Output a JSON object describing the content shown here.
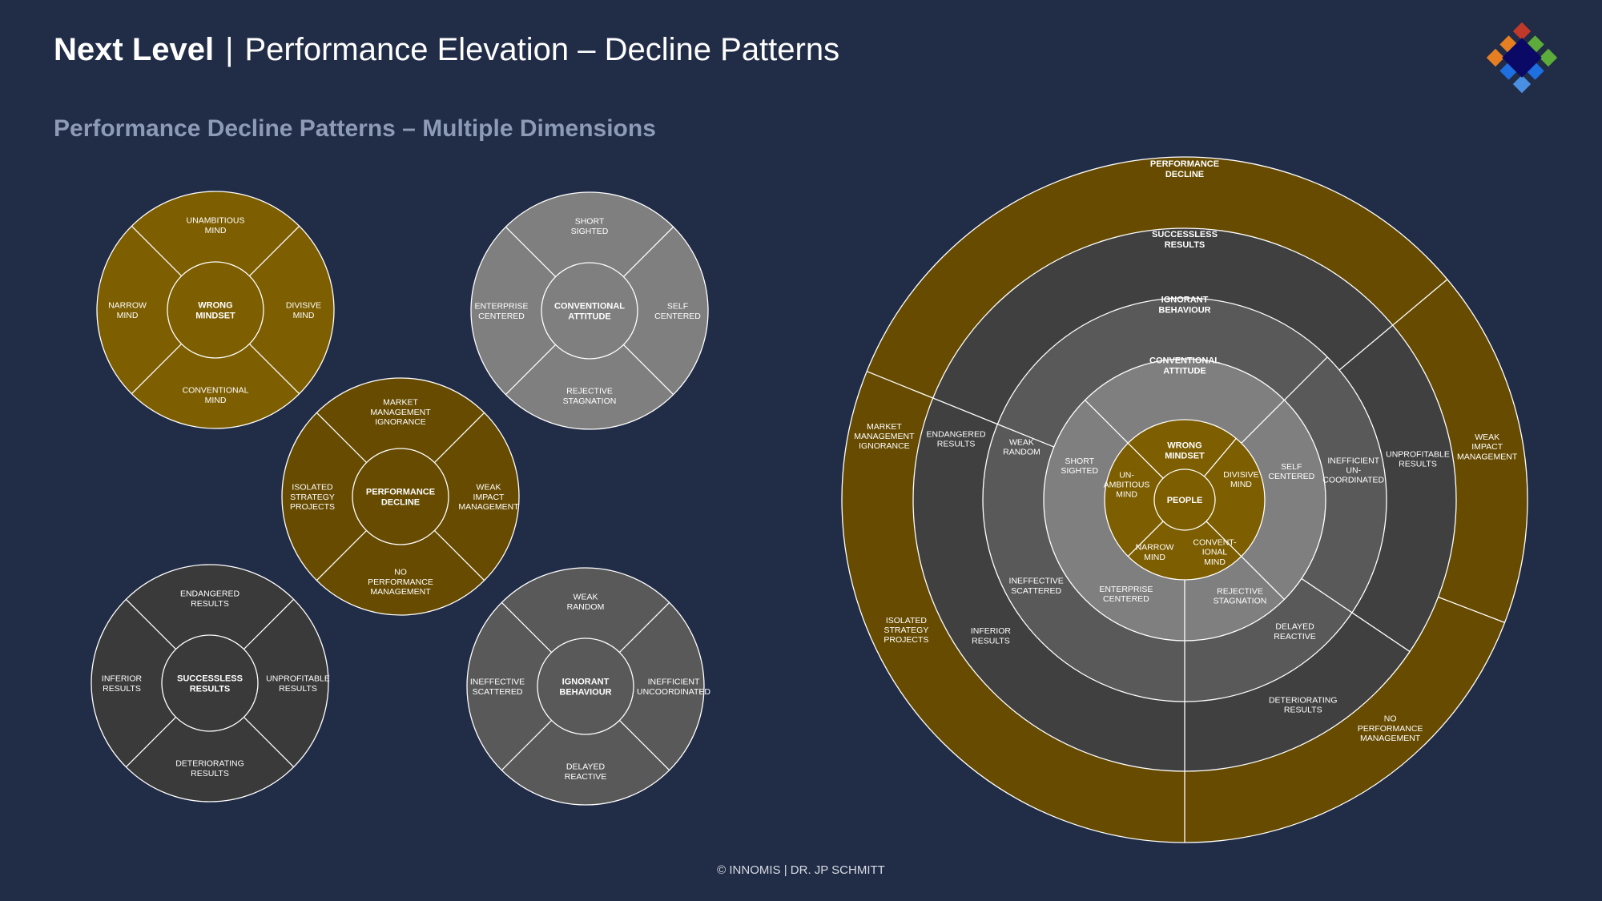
{
  "header": {
    "title_bold": "Next Level",
    "separator": "|",
    "title_rest": "Performance Elevation – Decline Patterns",
    "subtitle": "Performance Decline Patterns – Multiple Dimensions"
  },
  "footer": {
    "copyright": "© INNOMIS | DR. JP SCHMITT"
  },
  "logo": {
    "icon": "diamond-mosaic-icon",
    "colors": [
      "#c0392b",
      "#e67e22",
      "#5dab3a",
      "#0a0a66",
      "#1e6fe0",
      "#4a90e2"
    ]
  },
  "colors": {
    "background": "#212c47",
    "gold": "#7d5e00",
    "dark_gold": "#664b00",
    "light_gray": "#7f7f7f",
    "mid_gray": "#595959",
    "dark_gray": "#404040",
    "darker_gray": "#3a3a3a"
  },
  "small_wheels": [
    {
      "id": "wrong-mindset",
      "color": "#7d5e00",
      "center": [
        "WRONG",
        "MINDSET"
      ],
      "top": [
        "UNAMBITIOUS",
        "MIND"
      ],
      "right": [
        "DIVISIVE",
        "MIND"
      ],
      "bottom": [
        "CONVENTIONAL",
        "MIND"
      ],
      "left": [
        "NARROW",
        "MIND"
      ]
    },
    {
      "id": "conventional-attitude",
      "color": "#7f7f7f",
      "center": [
        "CONVENTIONAL",
        "ATTITUDE"
      ],
      "top": [
        "SHORT",
        "SIGHTED"
      ],
      "right": [
        "SELF",
        "CENTERED"
      ],
      "bottom": [
        "REJECTIVE",
        "STAGNATION"
      ],
      "left": [
        "ENTERPRISE",
        "CENTERED"
      ]
    },
    {
      "id": "performance-decline",
      "color": "#664b00",
      "center": [
        "PERFORMANCE",
        "DECLINE"
      ],
      "top": [
        "MARKET",
        "MANAGEMENT",
        "IGNORANCE"
      ],
      "right": [
        "WEAK",
        "IMPACT",
        "MANAGEMENT"
      ],
      "bottom": [
        "NO",
        "PERFORMANCE",
        "MANAGEMENT"
      ],
      "left": [
        "ISOLATED",
        "STRATEGY",
        "PROJECTS"
      ]
    },
    {
      "id": "successless-results",
      "color": "#3a3a3a",
      "center": [
        "SUCCESSLESS",
        "RESULTS"
      ],
      "top": [
        "ENDANGERED",
        "RESULTS"
      ],
      "right": [
        "UNPROFITABLE",
        "RESULTS"
      ],
      "bottom": [
        "DETERIORATING",
        "RESULTS"
      ],
      "left": [
        "INFERIOR",
        "RESULTS"
      ]
    },
    {
      "id": "ignorant-behaviour",
      "color": "#595959",
      "center": [
        "IGNORANT",
        "BEHAVIOUR"
      ],
      "top": [
        "WEAK",
        "RANDOM"
      ],
      "right": [
        "INEFFICIENT",
        "UNCOORDINATED"
      ],
      "bottom": [
        "DELAYED",
        "REACTIVE"
      ],
      "left": [
        "INEFFECTIVE",
        "SCATTERED"
      ]
    }
  ],
  "big_wheel": {
    "core": "PEOPLE",
    "rings": [
      {
        "id": "wrong-mindset",
        "color": "#7d5e00",
        "title": [
          "WRONG",
          "MINDSET"
        ],
        "segments": [
          [
            "UN-",
            "AMBITIOUS",
            "MIND"
          ],
          [
            "DIVISIVE",
            "MIND"
          ],
          [
            "CONVENT-",
            "IONAL",
            "MIND"
          ],
          [
            "NARROW",
            "MIND"
          ]
        ]
      },
      {
        "id": "conventional-attitude",
        "color": "#7f7f7f",
        "title": [
          "CONVENTIONAL",
          "ATTITUDE"
        ],
        "segments": [
          [
            "SHORT",
            "SIGHTED"
          ],
          [
            "SELF",
            "CENTERED"
          ],
          [
            "REJECTIVE",
            "STAGNATION"
          ],
          [
            "ENTERPRISE",
            "CENTERED"
          ]
        ]
      },
      {
        "id": "ignorant-behaviour",
        "color": "#595959",
        "title": [
          "IGNORANT",
          "BEHAVIOUR"
        ],
        "segments": [
          [
            "WEAK",
            "RANDOM"
          ],
          [
            "INEFFICIENT",
            "UN-",
            "COORDINATED"
          ],
          [
            "DELAYED",
            "REACTIVE"
          ],
          [
            "INEFFECTIVE",
            "SCATTERED"
          ]
        ]
      },
      {
        "id": "successless-results",
        "color": "#404040",
        "title": [
          "SUCCESSLESS",
          "RESULTS"
        ],
        "segments": [
          [
            "ENDANGERED",
            "RESULTS"
          ],
          [
            "UNPROFITABLE",
            "RESULTS"
          ],
          [
            "DETERIORATING",
            "RESULTS"
          ],
          [
            "INFERIOR",
            "RESULTS"
          ]
        ]
      },
      {
        "id": "performance-decline",
        "color": "#664b00",
        "title": [
          "PERFORMANCE",
          "DECLINE"
        ],
        "segments": [
          [
            "MARKET",
            "MANAGEMENT",
            "IGNORANCE"
          ],
          [
            "WEAK",
            "IMPACT",
            "MANAGEMENT"
          ],
          [
            "NO",
            "PERFORMANCE",
            "MANAGEMENT"
          ],
          [
            "ISOLATED",
            "STRATEGY",
            "PROJECTS"
          ]
        ]
      }
    ]
  }
}
